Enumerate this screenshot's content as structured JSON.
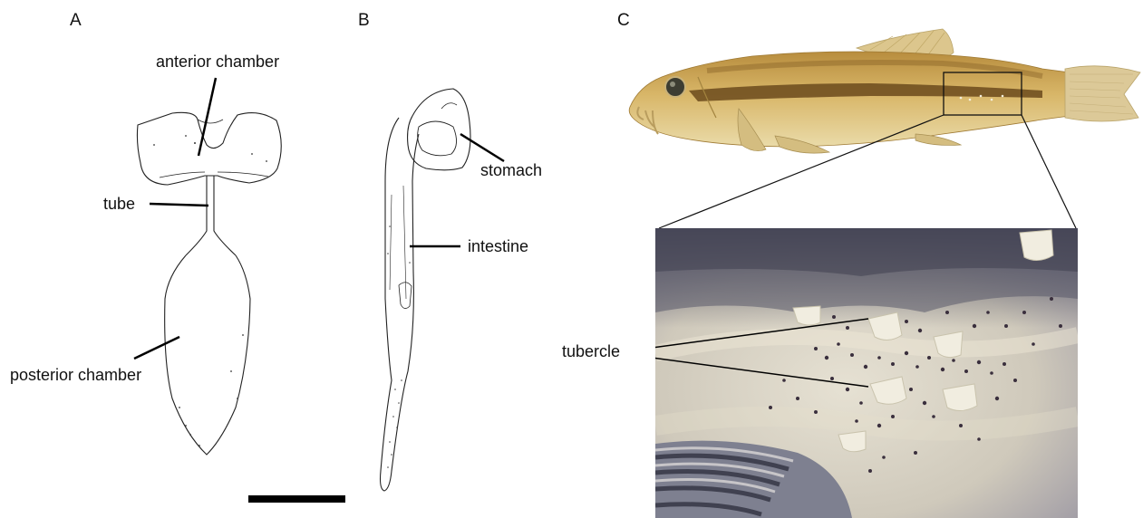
{
  "panels": {
    "A": {
      "letter": "A",
      "labels": {
        "anterior": "anterior chamber",
        "tube": "tube",
        "posterior": "posterior chamber"
      }
    },
    "B": {
      "letter": "B",
      "labels": {
        "stomach": "stomach",
        "intestine": "intestine"
      }
    },
    "C": {
      "letter": "C",
      "labels": {
        "tubercle": "tubercle"
      }
    }
  },
  "colors": {
    "line": "#222222",
    "fish_body": "#d9b35f",
    "fish_belly": "#e9d9a6",
    "fish_stripe": "#6b4a1c",
    "fin": "#d8c48c",
    "photo_bg": "#c9c4b8",
    "photo_dark": "#3d3e4c",
    "tubercle": "#eeeadc"
  },
  "icons": {
    "scale_bar": "scale-bar"
  }
}
